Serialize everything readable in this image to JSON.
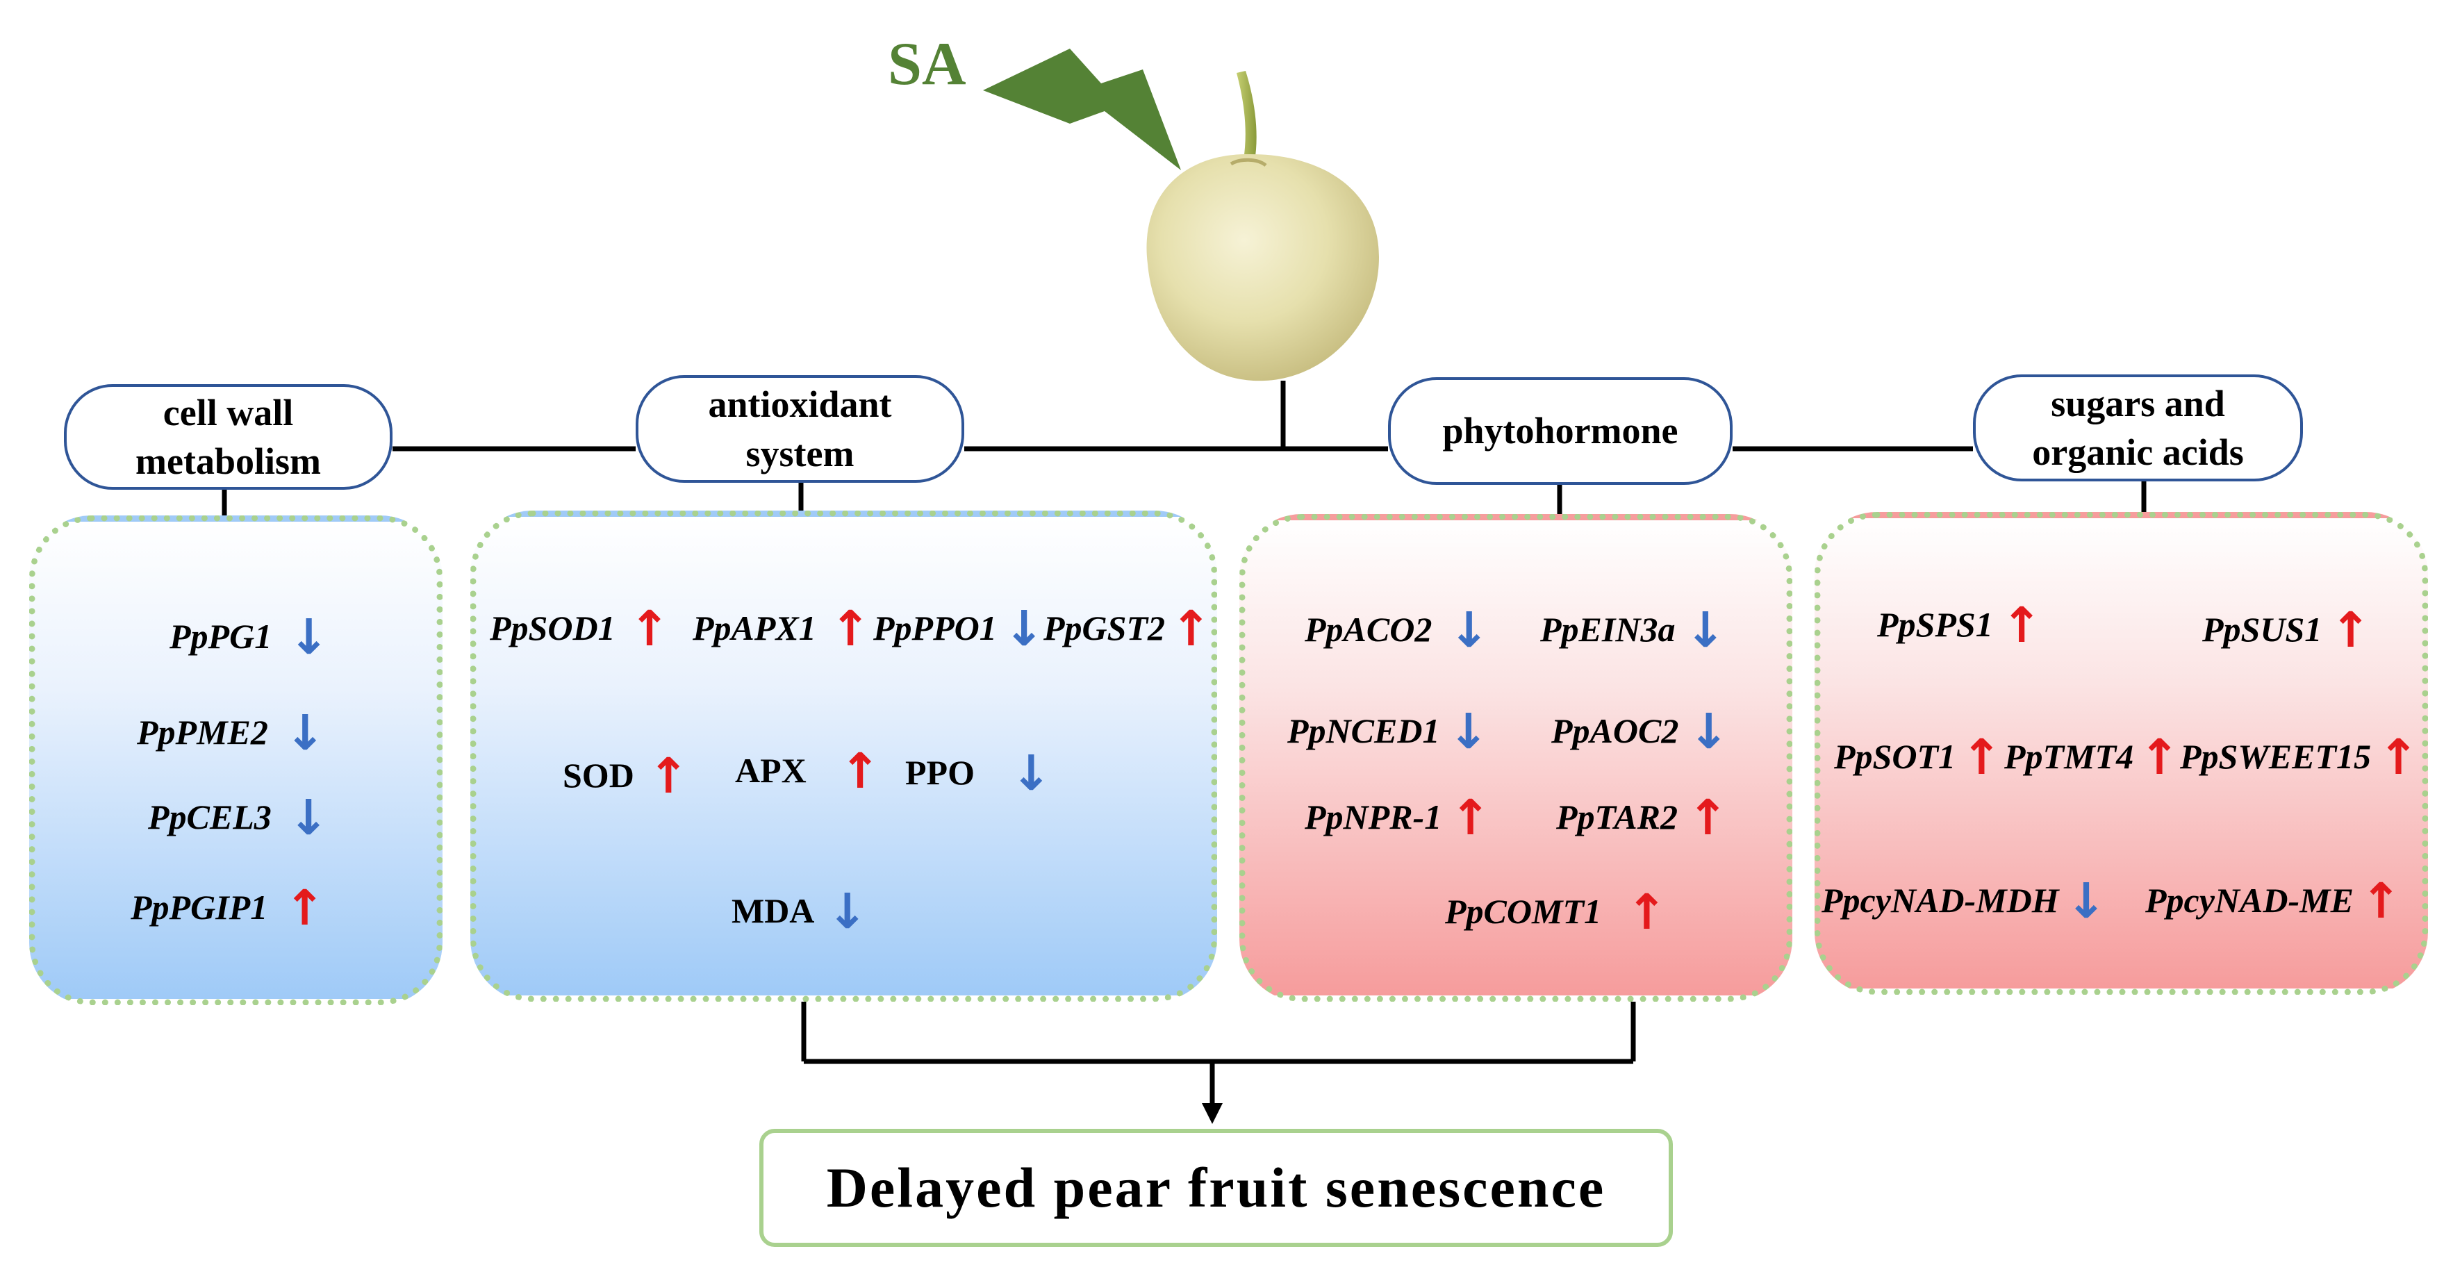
{
  "trigger": {
    "label": "SA",
    "color": "#548235"
  },
  "arrow_glyphs": {
    "up": "↑",
    "down": "↓"
  },
  "colors": {
    "up": "#e41a1c",
    "down": "#3b6fc4",
    "panel_border": "#a9d18e",
    "box_border": "#2f5597"
  },
  "categories": [
    {
      "line1": "cell wall",
      "line2": "metabolism"
    },
    {
      "line1": "antioxidant",
      "line2": "system"
    },
    {
      "line1": "phytohormone",
      "line2": ""
    },
    {
      "line1": "sugars and",
      "line2": "organic acids"
    }
  ],
  "cell_wall": [
    {
      "name": "PpPG1",
      "dir": "down"
    },
    {
      "name": "PpPME2",
      "dir": "down"
    },
    {
      "name": "PpCEL3",
      "dir": "down"
    },
    {
      "name": "PpPGIP1",
      "dir": "up"
    }
  ],
  "antioxidant": {
    "genes": [
      {
        "name": "PpSOD1",
        "dir": "up"
      },
      {
        "name": "PpAPX1",
        "dir": "up"
      },
      {
        "name": "PpPPO1",
        "dir": "down"
      },
      {
        "name": "PpGST2",
        "dir": "up"
      }
    ],
    "enzymes": [
      {
        "name": "SOD",
        "dir": "up"
      },
      {
        "name": "APX",
        "dir": "up"
      },
      {
        "name": "PPO",
        "dir": "down"
      }
    ],
    "product": {
      "name": "MDA",
      "dir": "down"
    }
  },
  "phytohormone": [
    {
      "name": "PpACO2",
      "dir": "down"
    },
    {
      "name": "PpEIN3a",
      "dir": "down"
    },
    {
      "name": "PpNCED1",
      "dir": "down"
    },
    {
      "name": "PpAOC2",
      "dir": "down"
    },
    {
      "name": "PpNPR-1",
      "dir": "up"
    },
    {
      "name": "PpTAR2",
      "dir": "up"
    },
    {
      "name": "PpCOMT1",
      "dir": "up"
    }
  ],
  "sugars": [
    {
      "name": "PpSPS1",
      "dir": "up"
    },
    {
      "name": "PpSUS1",
      "dir": "up"
    },
    {
      "name": "PpSOT1",
      "dir": "up"
    },
    {
      "name": "PpTMT4",
      "dir": "up"
    },
    {
      "name": "PpSWEET15",
      "dir": "up"
    },
    {
      "name": "PpcyNAD-MDH",
      "dir": "down"
    },
    {
      "name": "PpcyNAD-ME",
      "dir": "up"
    }
  ],
  "result": {
    "label": "Delayed pear fruit senescence"
  }
}
